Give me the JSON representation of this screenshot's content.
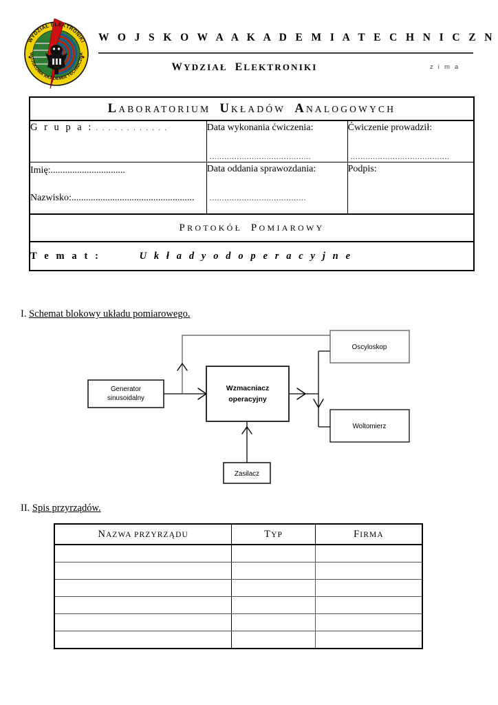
{
  "header": {
    "university": "W O J S K O W A   A K A D E M I A   T E C H N I C Z N A",
    "faculty_prefix": "W",
    "faculty_rest": "YDZIAŁ ",
    "faculty_prefix2": "E",
    "faculty_rest2": "LEKTRONIKI",
    "term": "z i m a",
    "logo_top_text": "WYDZIAŁ ELEKTRONIKI",
    "logo_bottom_text": "WOJSKOWA AKADEMIA TECHNICZNA"
  },
  "title_table": {
    "lab_title_parts": [
      "L",
      "ABORATORIUM ",
      "U",
      "KŁADÓW ",
      "A",
      "NALOGOWYCH"
    ],
    "grupa_label": "G r u p a :",
    "grupa_dots": ". . . . . . . . . . . .",
    "imie_label": "Imię:...............................",
    "nazwisko_label": "Nazwisko:...................................................",
    "data_wykonania_label": "Data wykonania ćwiczenia:",
    "data_wykonania_dots": ".........................................",
    "cwiczenie_prowadzil_label": "Ćwiczenie prowadził:",
    "cwiczenie_prowadzil_dots": "........................................",
    "data_oddania_label": "Data oddania sprawozdania:",
    "data_oddania_dots": ".......................................",
    "podpis_label": "Podpis:",
    "protokol_parts": [
      "P",
      "ROTOKÓŁ  ",
      "P",
      "OMIAROWY"
    ],
    "temat_label": "T e m a t :",
    "temat_value": "U k ł a d y   o d o p e r a c y j n e"
  },
  "sections": [
    {
      "number": "I.",
      "title": "Schemat blokowy układu pomiarowego."
    },
    {
      "number": "II.",
      "title": "Spis przyrządów."
    }
  ],
  "diagram": {
    "blocks": [
      {
        "id": "generator",
        "label_line1": "Generator",
        "label_line2": "sinusoidalny"
      },
      {
        "id": "amplifier",
        "label_line1": "Wzmacniacz",
        "label_line2": "operacyjny"
      },
      {
        "id": "power-supply",
        "label_line1": "Zasilacz",
        "label_line2": ""
      },
      {
        "id": "oscilloscope",
        "label_line1": "Oscyloskop",
        "label_line2": ""
      },
      {
        "id": "voltmeter",
        "label_line1": "Woltomierz",
        "label_line2": ""
      }
    ]
  },
  "instruments_table": {
    "headers": [
      {
        "cap": "N",
        "rest": "AZWA PRZYRZĄDU"
      },
      {
        "cap": "T",
        "rest": "YP"
      },
      {
        "cap": "F",
        "rest": "IRMA"
      }
    ],
    "rows": [
      [
        "",
        "",
        ""
      ],
      [
        "",
        "",
        ""
      ],
      [
        "",
        "",
        ""
      ],
      [
        "",
        "",
        ""
      ],
      [
        "",
        "",
        ""
      ],
      [
        "",
        "",
        ""
      ]
    ]
  },
  "colors": {
    "logo_ring": "#f2d200",
    "logo_green": "#2e7d32",
    "logo_blue": "#1b4fa0",
    "logo_red": "#cc1111",
    "rule": "#3a3a3a"
  }
}
